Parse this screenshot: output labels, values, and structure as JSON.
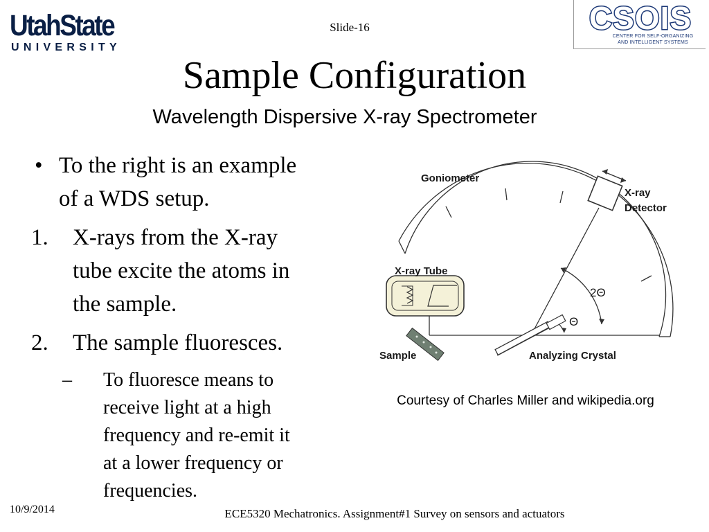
{
  "header": {
    "slide_number": "Slide-16",
    "title": "Sample Configuration",
    "subtitle": "Wavelength Dispersive X-ray Spectrometer"
  },
  "logos": {
    "usu_line1": "UtahState",
    "usu_line2": "UNIVERSITY",
    "csois_word": "CSOIS",
    "csois_sub1": "CENTER FOR SELF-ORGANIZING",
    "csois_sub2": "AND INTELLIGENT SYSTEMS"
  },
  "body": {
    "bullet_marker": "•",
    "bullet_text": [
      "To the right is an example",
      "of a WDS setup."
    ],
    "items": [
      {
        "marker": "1.",
        "lines": [
          "X-rays from the X-ray",
          "tube excite the atoms in",
          "the sample."
        ]
      },
      {
        "marker": "2.",
        "lines": [
          "The sample fluoresces."
        ]
      }
    ],
    "sub_marker": "–",
    "sub_lines": [
      "To fluoresce means to",
      "receive light at a high",
      "frequency and re-emit it",
      "at a lower frequency or",
      "frequencies."
    ]
  },
  "diagram": {
    "labels": {
      "goniometer": "Goniometer",
      "detector_line1": "X-ray",
      "detector_line2": "Detector",
      "tube": "X-ray Tube",
      "sample": "Sample",
      "crystal": "Analyzing Crystal",
      "two_theta": "2Θ",
      "theta": "Θ"
    }
  },
  "caption": "Courtesy of Charles Miller and wikipedia.org",
  "footer": {
    "date": "10/9/2014",
    "text": "ECE5320 Mechatronics. Assignment#1 Survey on sensors and actuators"
  }
}
